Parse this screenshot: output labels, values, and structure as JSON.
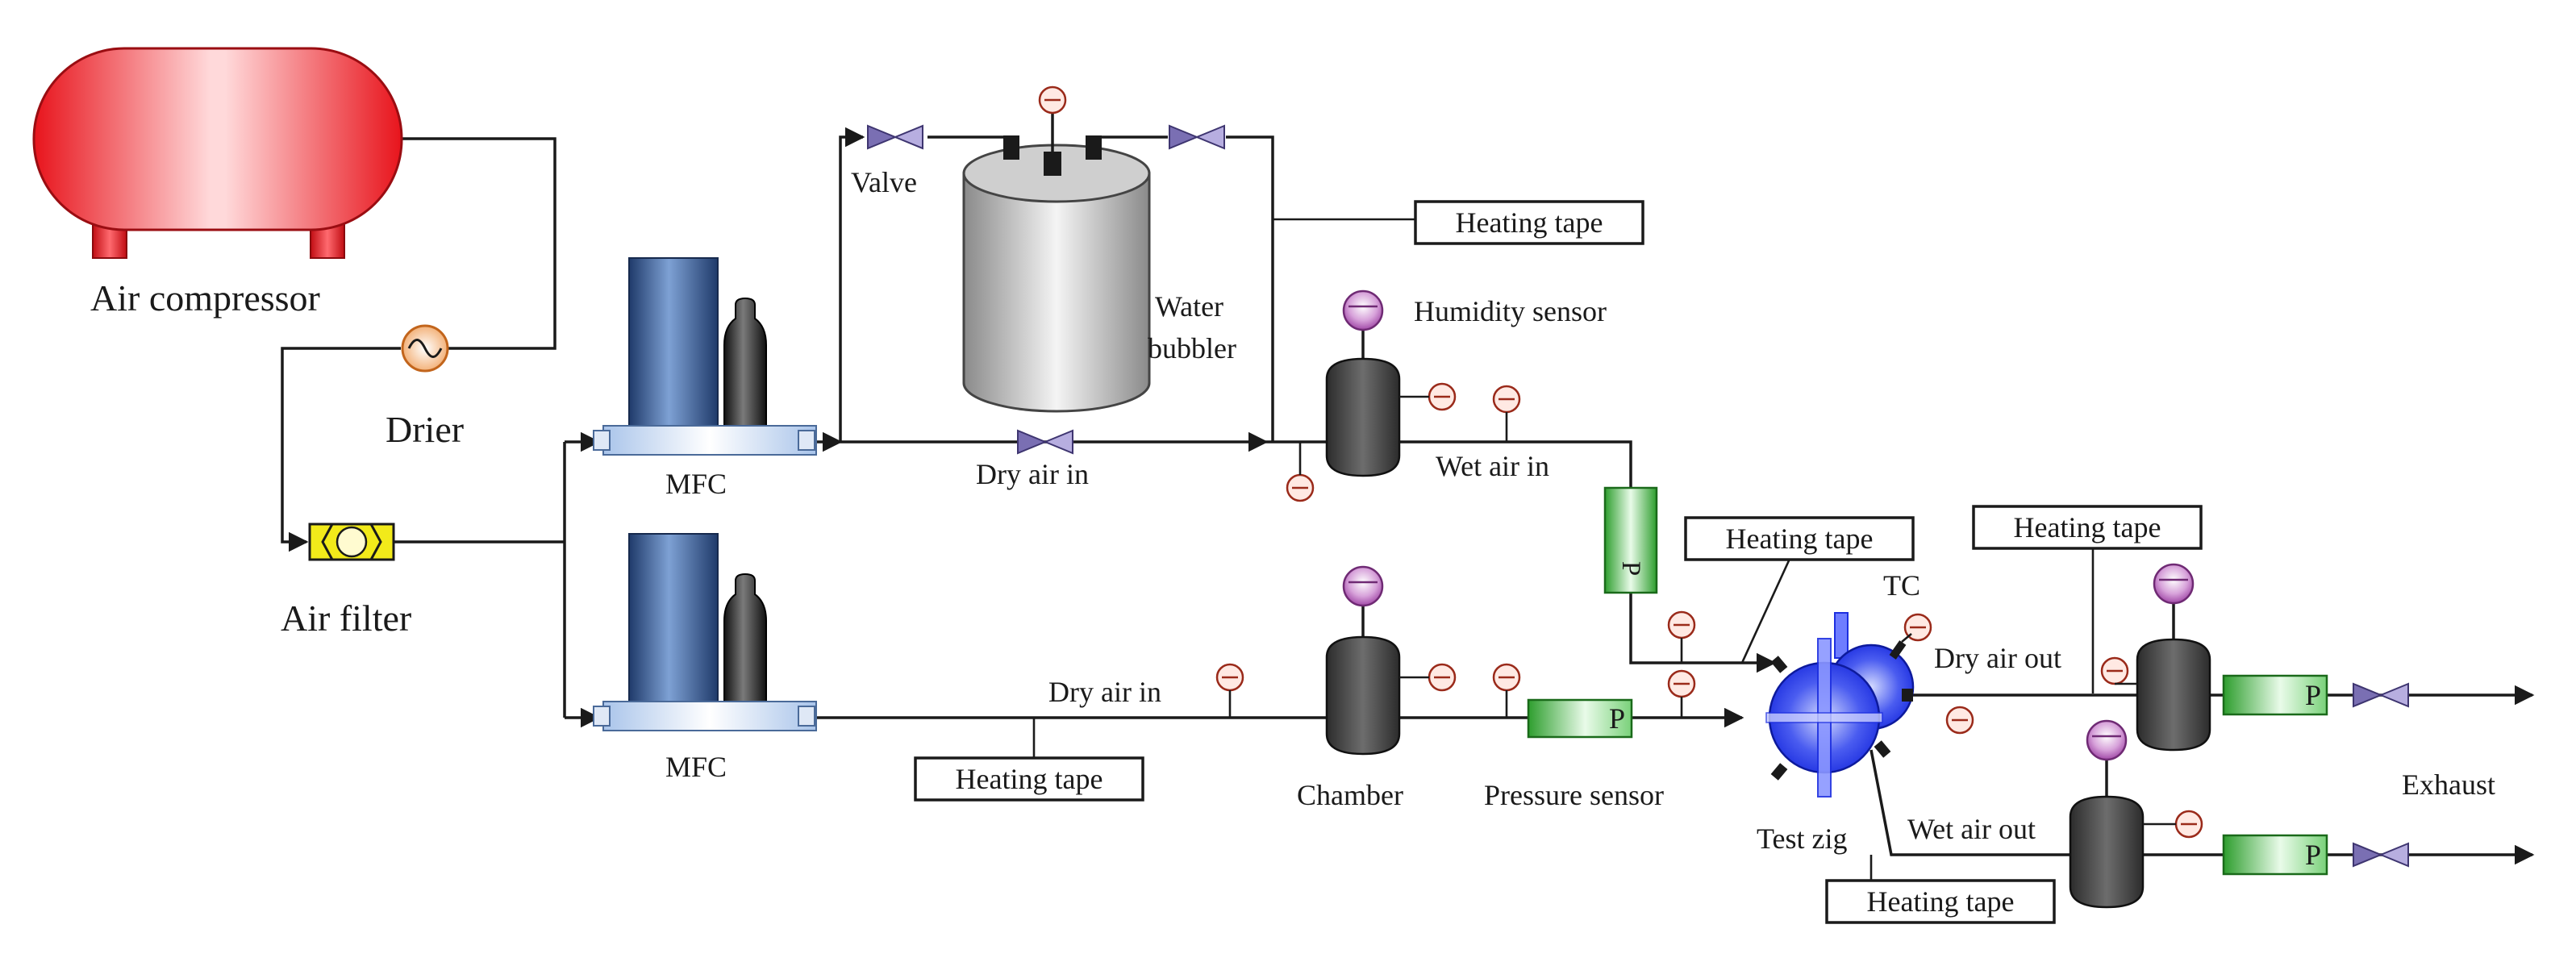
{
  "labels": {
    "air_compressor": "Air compressor",
    "drier": "Drier",
    "air_filter": "Air filter",
    "mfc_top": "MFC",
    "mfc_bottom": "MFC",
    "valve": "Valve",
    "water_bubbler_line1": "Water",
    "water_bubbler_line2": "bubbler",
    "heating_tape_top": "Heating tape",
    "humidity_sensor": "Humidity sensor",
    "dry_air_in_top": "Dry air in",
    "wet_air_in": "Wet air in",
    "heating_tape_mid": "Heating tape",
    "tc": "TC",
    "dry_air_out": "Dry air out",
    "heating_tape_right": "Heating tape",
    "dry_air_in_bottom": "Dry air in",
    "heating_tape_bottom": "Heating tape",
    "chamber": "Chamber",
    "pressure_sensor": "Pressure sensor",
    "test_zig": "Test zig",
    "wet_air_out": "Wet air out",
    "exhaust": "Exhaust",
    "heating_tape_lower": "Heating tape",
    "pressure_box_1": "P",
    "pressure_box_2": "P",
    "pressure_box_3": "P"
  },
  "colors": {
    "compressor": "#e8141c",
    "mfc_body": "#2e4f86",
    "gauge": "#a24aa8",
    "chamber": "#4a4a4a",
    "pressure_box": "#2e9e2e",
    "test_zig": "#1d2fe0",
    "air_filter": "#f2ea1a",
    "valve": "#7a6fb3",
    "bubbler": "#9a9a9a"
  }
}
